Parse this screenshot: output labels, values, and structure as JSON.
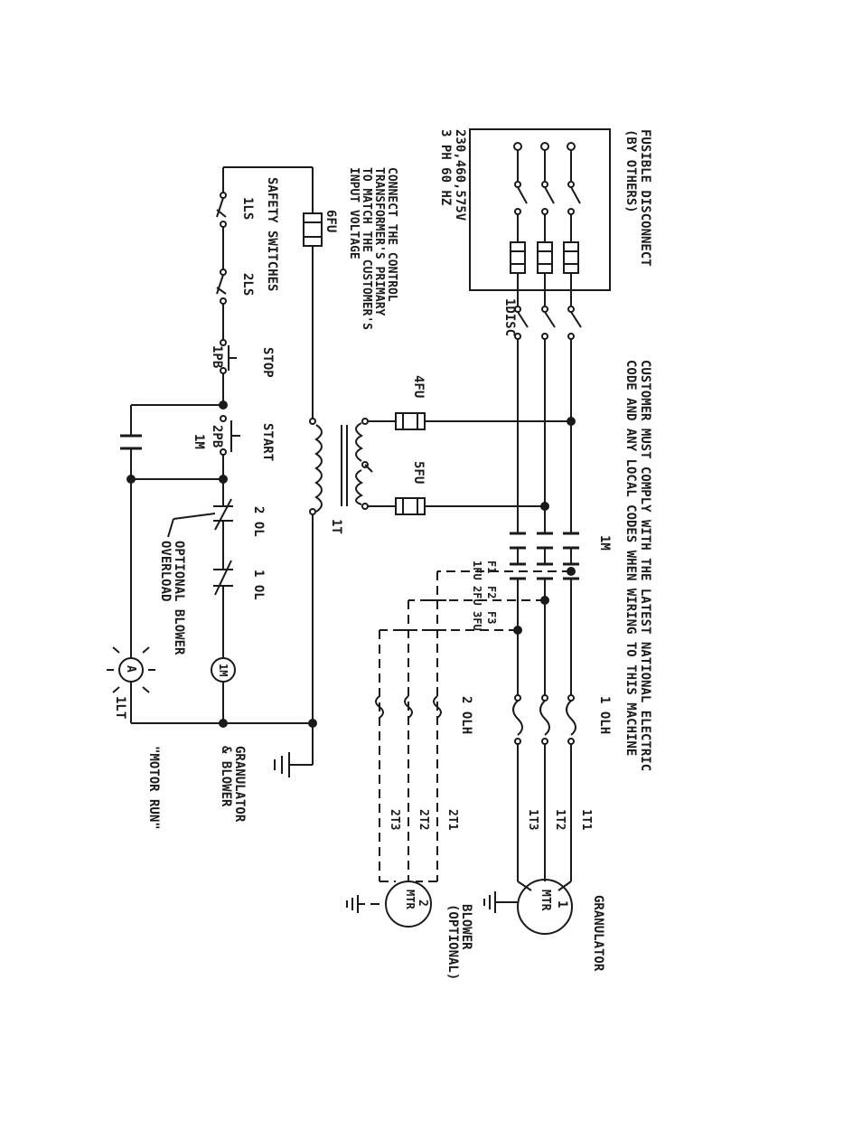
{
  "power": {
    "disconnect_title": "FUSIBLE DISCONNECT",
    "disconnect_sub": "(BY OTHERS)",
    "supply_line1": "230,460,575V",
    "supply_line2": "3 PH 60 HZ",
    "disc_label": "1DISC"
  },
  "notice": {
    "line1": "CUSTOMER MUST COMPLY WITH THE LATEST NATIONAL ELECTRIC",
    "line2": "CODE AND ANY LOCAL CODES WHEN WIRING TO THIS MACHINE"
  },
  "transformer_note": {
    "line1": "CONNECT THE CONTROL",
    "line2": "TRANSFORMER'S PRIMARY",
    "line3": "TO MATCH THE CUSTOMER'S",
    "line4": "INPUT VOLTAGE"
  },
  "fuses": {
    "f4": "4FU",
    "f5": "5FU",
    "f6": "6FU"
  },
  "transformer": "1T",
  "contactor": "1M",
  "blower_fuses": [
    "F1",
    "F2",
    "F3",
    "1FU",
    "2FU",
    "3FU"
  ],
  "overloads": {
    "main": "1 OLH",
    "blower": "2 OLH"
  },
  "terminals": {
    "main": [
      "1T1",
      "1T2",
      "1T3"
    ],
    "blower": [
      "2T1",
      "2T2",
      "2T3"
    ]
  },
  "motors": {
    "m1_num": "1",
    "m1_tag": "MTR",
    "m1_label": "GRANULATOR",
    "m2_num": "2",
    "m2_tag": "MTR",
    "m2_label1": "BLOWER",
    "m2_label2": "(OPTIONAL)"
  },
  "control": {
    "safety_label": "SAFETY SWITCHES",
    "ls1": "1LS",
    "ls2": "2LS",
    "stop_label": "STOP",
    "pb1": "1PB",
    "start_label": "START",
    "pb2": "2PB",
    "m_contact": "1M",
    "ol2": "2 OL",
    "ol1": "1 OL",
    "opt_blower1": "OPTIONAL BLOWER",
    "opt_blower2": "OVERLOAD",
    "coil": "1M",
    "coil_label1": "GRANULATOR",
    "coil_label2": "& BLOWER",
    "lamp": "A",
    "lamp_tag": "1LT",
    "motor_run": "\"MOTOR RUN\""
  }
}
